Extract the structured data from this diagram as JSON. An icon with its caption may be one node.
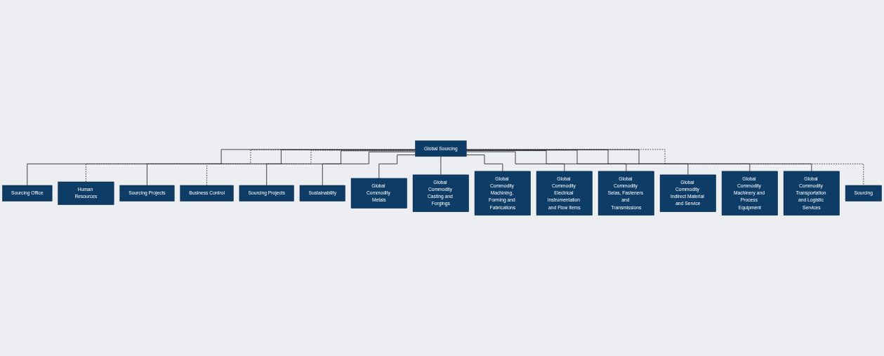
{
  "diagram": {
    "nodes": [
      {
        "text": [
          "Global Sourcing"
        ]
      },
      {
        "text": [
          "Sourcing Office"
        ]
      },
      {
        "text": [
          "Human Resources"
        ]
      },
      {
        "text": [
          "Sourcing Projects"
        ]
      },
      {
        "text": [
          "Business Control"
        ]
      },
      {
        "text": [
          "Sourcing Projects"
        ]
      },
      {
        "text": [
          "Sustainability"
        ]
      },
      {
        "text": [
          "Global Commodity Metals"
        ]
      },
      {
        "text": [
          "Global Commodity Casting and Forgings"
        ]
      },
      {
        "text": [
          "Global Commodity Machining, Forming and Fabrications"
        ]
      },
      {
        "text": [
          "Global Commodity Electrical Instrumentation and Flow Items"
        ]
      },
      {
        "text": [
          "Global Commodity Selas, Fasteners and Transmissions"
        ]
      },
      {
        "text": [
          "Global Commodity Indirect Material and Service"
        ]
      },
      {
        "text": [
          "Global Commodity Machinery and Process Equipment"
        ]
      },
      {
        "text": [
          "Global Commodity Transportation and Logistic Services"
        ]
      },
      {
        "text": [
          "Sourcing"
        ]
      }
    ],
    "edges": [
      {
        "from": 0,
        "to": 1,
        "arrow": "none"
      },
      {
        "from": 0,
        "to": 2,
        "arrow": "none",
        "style": "dashed"
      },
      {
        "from": 0,
        "to": 3,
        "arrow": "none"
      },
      {
        "from": 0,
        "to": 4,
        "arrow": "none",
        "style": "dashed"
      },
      {
        "from": 0,
        "to": 5,
        "arrow": "none"
      },
      {
        "from": 0,
        "to": 6,
        "arrow": "none"
      },
      {
        "from": 0,
        "to": 7,
        "arrow": "none"
      },
      {
        "from": 0,
        "to": 8,
        "arrow": "none"
      },
      {
        "from": 0,
        "to": 9,
        "arrow": "none"
      },
      {
        "from": 0,
        "to": 10,
        "arrow": "none"
      },
      {
        "from": 0,
        "to": 11,
        "arrow": "none"
      },
      {
        "from": 0,
        "to": 12,
        "arrow": "none"
      },
      {
        "from": 0,
        "to": 13,
        "arrow": "none"
      },
      {
        "from": 0,
        "to": 14,
        "arrow": "none"
      },
      {
        "from": 0,
        "to": 15,
        "arrow": "none",
        "style": "dashed"
      }
    ]
  }
}
